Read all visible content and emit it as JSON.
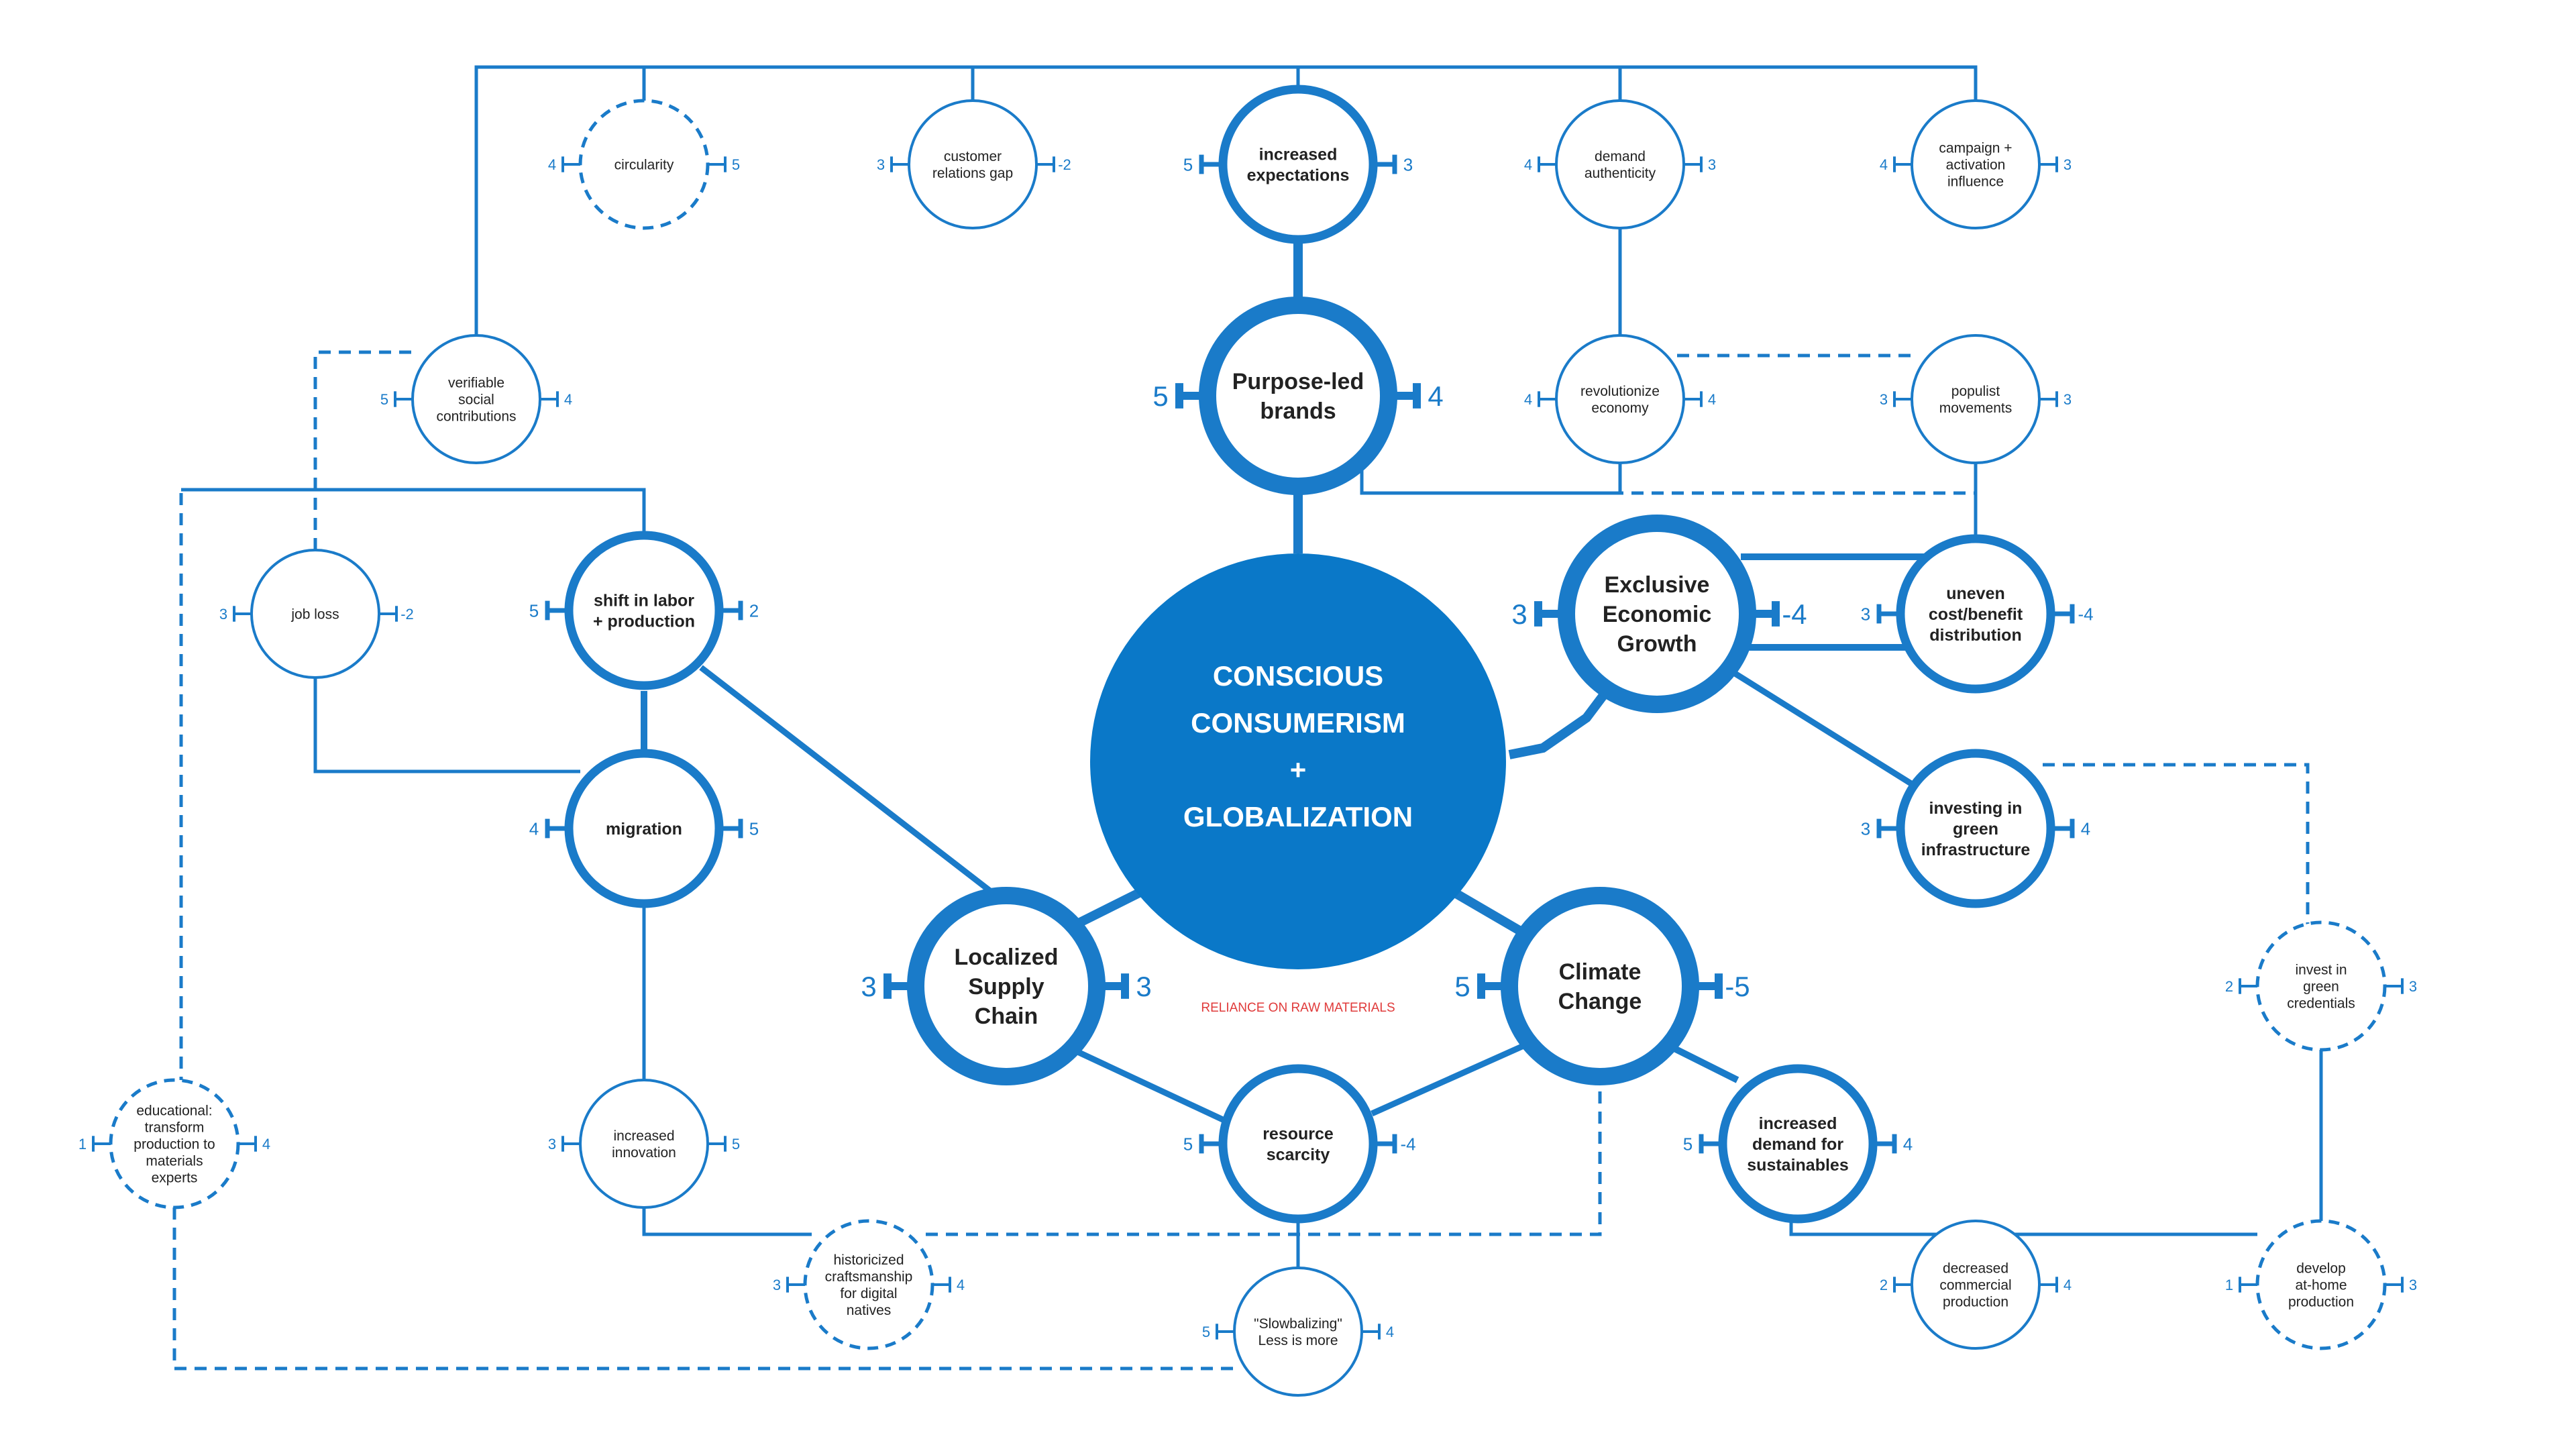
{
  "colors": {
    "primary": "#0a78c8",
    "line": "#1a7bc9",
    "note": "#e03a3a",
    "text": "#222222",
    "background": "#ffffff"
  },
  "center": {
    "lines": [
      "CONSCIOUS",
      "CONSUMERISM",
      "+",
      "GLOBALIZATION"
    ]
  },
  "note": "RELIANCE ON RAW MATERIALS",
  "nodes": [
    {
      "id": "purpose-led-brands",
      "lines": [
        "Purpose-led",
        "brands"
      ],
      "left": "5",
      "right": "4",
      "tier": "major"
    },
    {
      "id": "exclusive-economic-growth",
      "lines": [
        "Exclusive",
        "Economic",
        "Growth"
      ],
      "left": "3",
      "right": "-4",
      "tier": "major"
    },
    {
      "id": "localized-supply-chain",
      "lines": [
        "Localized",
        "Supply",
        "Chain"
      ],
      "left": "3",
      "right": "3",
      "tier": "major"
    },
    {
      "id": "climate-change",
      "lines": [
        "Climate",
        "Change"
      ],
      "left": "5",
      "right": "-5",
      "tier": "major"
    },
    {
      "id": "increased-expectations",
      "lines": [
        "increased",
        "expectations"
      ],
      "left": "5",
      "right": "3",
      "tier": "medium"
    },
    {
      "id": "shift-in-labor",
      "lines": [
        "shift in labor",
        "+ production"
      ],
      "left": "5",
      "right": "2",
      "tier": "medium"
    },
    {
      "id": "migration",
      "lines": [
        "migration"
      ],
      "left": "4",
      "right": "5",
      "tier": "medium"
    },
    {
      "id": "uneven-distribution",
      "lines": [
        "uneven",
        "cost/benefit",
        "distribution"
      ],
      "left": "3",
      "right": "-4",
      "tier": "medium"
    },
    {
      "id": "investing-green-infrastructure",
      "lines": [
        "investing in",
        "green",
        "infrastructure"
      ],
      "left": "3",
      "right": "4",
      "tier": "medium"
    },
    {
      "id": "resource-scarcity",
      "lines": [
        "resource",
        "scarcity"
      ],
      "left": "5",
      "right": "-4",
      "tier": "medium"
    },
    {
      "id": "increased-demand-sustainables",
      "lines": [
        "increased",
        "demand for",
        "sustainables"
      ],
      "left": "5",
      "right": "4",
      "tier": "medium"
    },
    {
      "id": "circularity",
      "lines": [
        "circularity"
      ],
      "left": "4",
      "right": "5",
      "tier": "minor-dashed"
    },
    {
      "id": "customer-relations-gap",
      "lines": [
        "customer",
        "relations gap"
      ],
      "left": "3",
      "right": "-2",
      "tier": "minor"
    },
    {
      "id": "demand-authenticity",
      "lines": [
        "demand",
        "authenticity"
      ],
      "left": "4",
      "right": "3",
      "tier": "minor"
    },
    {
      "id": "campaign-activation-influence",
      "lines": [
        "campaign +",
        "activation",
        "influence"
      ],
      "left": "4",
      "right": "3",
      "tier": "minor"
    },
    {
      "id": "verifiable-social-contributions",
      "lines": [
        "verifiable",
        "social",
        "contributions"
      ],
      "left": "5",
      "right": "4",
      "tier": "minor"
    },
    {
      "id": "revolutionize-economy",
      "lines": [
        "revolutionize",
        "economy"
      ],
      "left": "4",
      "right": "4",
      "tier": "minor"
    },
    {
      "id": "populist-movements",
      "lines": [
        "populist",
        "movements"
      ],
      "left": "3",
      "right": "3",
      "tier": "minor"
    },
    {
      "id": "job-loss",
      "lines": [
        "job loss"
      ],
      "left": "3",
      "right": "-2",
      "tier": "minor"
    },
    {
      "id": "increased-innovation",
      "lines": [
        "increased",
        "innovation"
      ],
      "left": "3",
      "right": "5",
      "tier": "minor"
    },
    {
      "id": "educational-transform",
      "lines": [
        "educational:",
        "transform",
        "production to",
        "materials",
        "experts"
      ],
      "left": "1",
      "right": "4",
      "tier": "minor-dashed"
    },
    {
      "id": "historicized-craftsmanship",
      "lines": [
        "historicized",
        "craftsmanship",
        "for digital",
        "natives"
      ],
      "left": "3",
      "right": "4",
      "tier": "minor-dashed"
    },
    {
      "id": "slowbalizing",
      "lines": [
        "\"Slowbalizing\"",
        "Less is more"
      ],
      "left": "5",
      "right": "4",
      "tier": "minor"
    },
    {
      "id": "invest-green-credentials",
      "lines": [
        "invest in",
        "green",
        "credentials"
      ],
      "left": "2",
      "right": "3",
      "tier": "minor-dashed"
    },
    {
      "id": "decreased-commercial-production",
      "lines": [
        "decreased",
        "commercial",
        "production"
      ],
      "left": "2",
      "right": "4",
      "tier": "minor"
    },
    {
      "id": "develop-at-home-production",
      "lines": [
        "develop",
        "at-home",
        "production"
      ],
      "left": "1",
      "right": "3",
      "tier": "minor-dashed"
    }
  ]
}
